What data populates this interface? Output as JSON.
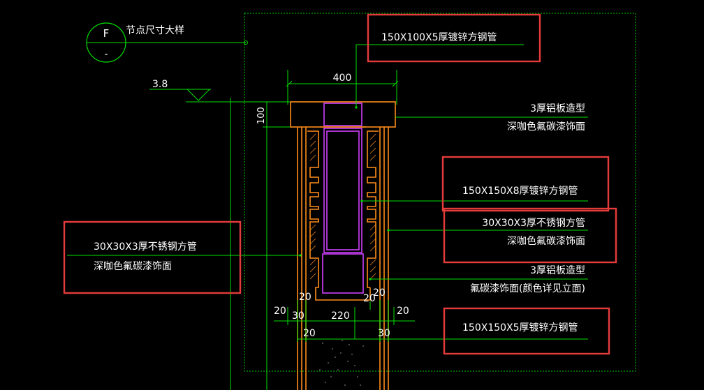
{
  "title_block": {
    "symbol_letter": "F",
    "symbol_sub": "-",
    "title": "节点尺寸大样"
  },
  "elevation": {
    "value": "3.8"
  },
  "dimensions": {
    "top_width": "400",
    "cap_height": "100",
    "left_20": "20",
    "left_30": "30",
    "mid_220": "220",
    "right_20": "20",
    "bottom_30": "30",
    "inner_20_a": "20",
    "inner_20_b": "20",
    "inner_20_c": "20",
    "bottom_20": "20"
  },
  "callouts": {
    "top_tube": "150X100X5厚镀锌方钢管",
    "alu_top_line1": "3厚铝板造型",
    "alu_top_line2": "深咖色氟碳漆饰面",
    "tube_8": "150X150X8厚镀锌方钢管",
    "ss_right_line1": "30X30X3厚不锈钢方管",
    "ss_right_line2": "深咖色氟碳漆饰面",
    "ss_left_line1": "30X30X3厚不锈钢方管",
    "ss_left_line2": "深咖色氟碳漆饰面",
    "alu_bottom_line1": "3厚铝板造型",
    "alu_bottom_line2": "氟碳漆饰面(颜色详见立面)",
    "tube_5": "150X150X5厚镀锌方钢管"
  },
  "colors": {
    "background": "#000000",
    "line_green": "#00e000",
    "frame_green": "#00c800",
    "orange": "#ff8c1a",
    "magenta": "#d040ff",
    "highlight_red": "#e53b3b",
    "text_white": "#ffffff"
  }
}
